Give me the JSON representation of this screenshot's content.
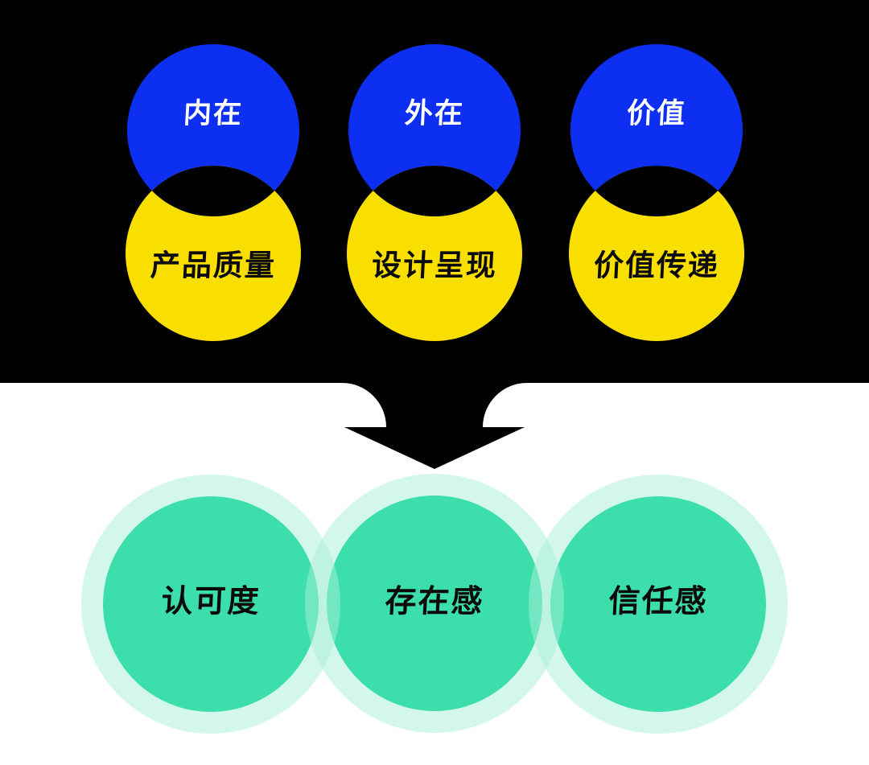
{
  "diagram": {
    "type": "venn-funnel-infographic",
    "top_section": {
      "background": "#000000",
      "pairs": [
        {
          "top": "内在",
          "bottom": "产品质量"
        },
        {
          "top": "外在",
          "bottom": "设计呈现"
        },
        {
          "top": "价值",
          "bottom": "价值传递"
        }
      ]
    },
    "arrow": {
      "direction": "down"
    },
    "bottom_section": {
      "background": "#ffffff",
      "outcomes": [
        "认可度",
        "存在感",
        "信任感"
      ]
    }
  },
  "colors": {
    "black": "#000000",
    "blue": "#0d2ff2",
    "yellow": "#f9df00",
    "overlap": "#000000",
    "green": "#3cdeab",
    "halo": "#a9efd8",
    "text_on_blue": "#ffffff",
    "text_on_yellow": "#0b0b0b",
    "text_on_green": "#0b0b0b"
  }
}
